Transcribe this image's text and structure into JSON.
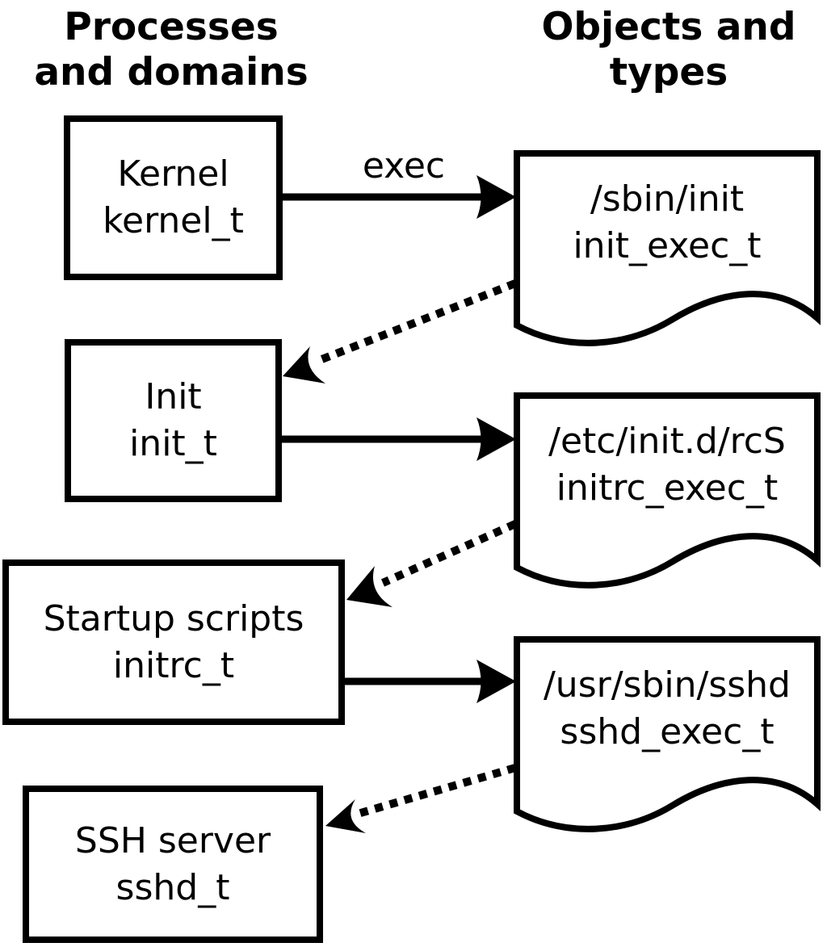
{
  "colors": {
    "foreground": "#000000",
    "background": "#ffffff"
  },
  "columns": {
    "left_header": {
      "line1": "Processes",
      "line2": "and domains"
    },
    "right_header": {
      "line1": "Objects and",
      "line2": "types"
    }
  },
  "nodes": {
    "processes": [
      {
        "id": "kernel",
        "name": "Kernel",
        "type": "kernel_t"
      },
      {
        "id": "init",
        "name": "Init",
        "type": "init_t"
      },
      {
        "id": "initrc",
        "name": "Startup scripts",
        "type": "initrc_t"
      },
      {
        "id": "sshd",
        "name": "SSH server",
        "type": "sshd_t"
      }
    ],
    "objects": [
      {
        "id": "init_exec",
        "path": "/sbin/init",
        "type": "init_exec_t"
      },
      {
        "id": "initrc_exec",
        "path": "/etc/init.d/rcS",
        "type": "initrc_exec_t"
      },
      {
        "id": "sshd_exec",
        "path": "/usr/sbin/sshd",
        "type": "sshd_exec_t"
      }
    ]
  },
  "edges": [
    {
      "from": "kernel_t",
      "to": "init_exec_t",
      "style": "solid",
      "label": "exec"
    },
    {
      "from": "init_exec_t",
      "to": "init_t",
      "style": "dotted",
      "label": ""
    },
    {
      "from": "init_t",
      "to": "initrc_exec_t",
      "style": "solid",
      "label": ""
    },
    {
      "from": "initrc_exec_t",
      "to": "initrc_t",
      "style": "dotted",
      "label": ""
    },
    {
      "from": "initrc_t",
      "to": "sshd_exec_t",
      "style": "solid",
      "label": ""
    },
    {
      "from": "sshd_exec_t",
      "to": "sshd_t",
      "style": "dotted",
      "label": ""
    }
  ]
}
